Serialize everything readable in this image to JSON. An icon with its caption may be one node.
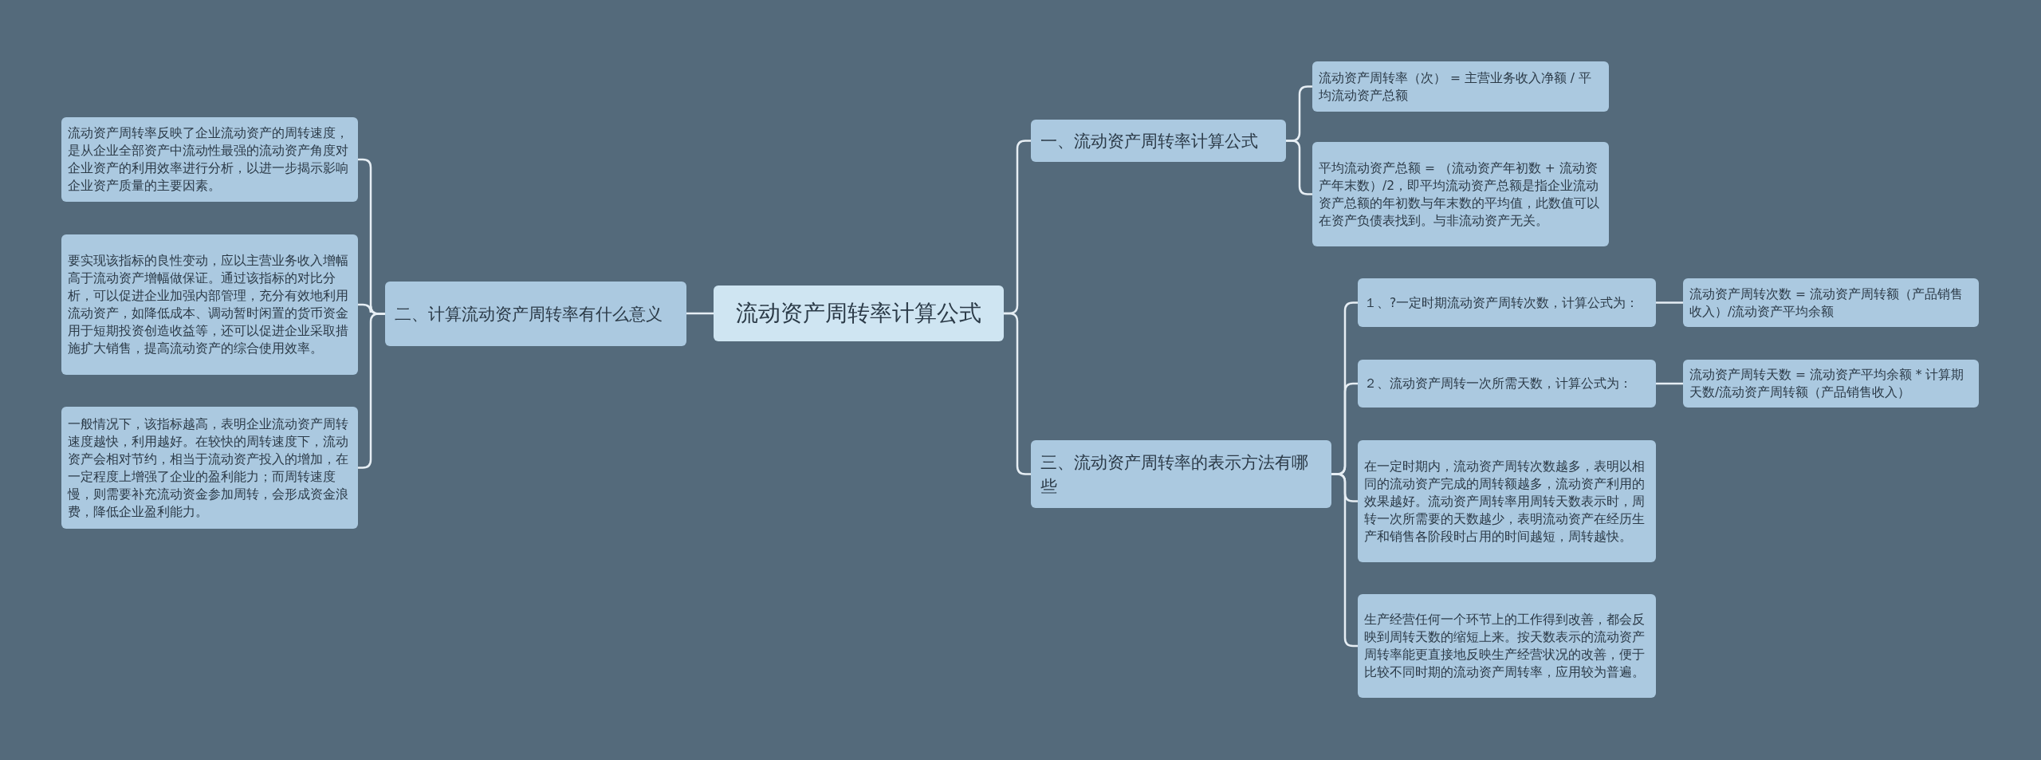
{
  "diagram": {
    "nodes": [
      {
        "text": [
          "流动资产周转率计算公式"
        ]
      },
      {
        "text": [
          "一、流动资产周转率计算公式"
        ]
      },
      {
        "text": [
          "流动资产周转率（次） = 主营业务收入净额 / 平均流动资产总额"
        ]
      },
      {
        "text": [
          "平均流动资产总额 = （流动资产年初数 + 流动资产年末数）/2，即平均流动资产总额是指企业流动资产总额的年初数与年末数的平均值，此数值可以在资产负债表找到。与非流动资产无关。"
        ]
      },
      {
        "text": [
          "二、计算流动资产周转率有什么意义"
        ]
      },
      {
        "text": [
          "流动资产周转率反映了企业流动资产的周转速度，是从企业全部资产中流动性最强的流动资产角度对企业资产的利用效率进行分析，以进一步揭示影响企业资产质量的主要因素。"
        ]
      },
      {
        "text": [
          "要实现该指标的良性变动，应以主营业务收入增幅高于流动资产增幅做保证。通过该指标的对比分析，可以促进企业加强内部管理，充分有效地利用流动资产，如降低成本、调动暂时闲置的货币资金用于短期投资创造收益等，还可以促进企业采取措施扩大销售，提高流动资产的综合使用效率。"
        ]
      },
      {
        "text": [
          "一般情况下，该指标越高，表明企业流动资产周转速度越快，利用越好。在较快的周转速度下，流动资产会相对节约，相当于流动资产投入的增加，在一定程度上增强了企业的盈利能力；而周转速度慢，则需要补充流动资金参加周转，会形成资金浪费，降低企业盈利能力。"
        ]
      },
      {
        "text": [
          "三、流动资产周转率的表示方法有哪些"
        ]
      },
      {
        "text": [
          "１、?一定时期流动资产周转次数，计算公式为："
        ]
      },
      {
        "text": [
          "流动资产周转次数 = 流动资产周转额（产品销售收入）/流动资产平均余额"
        ]
      },
      {
        "text": [
          "２、流动资产周转一次所需天数，计算公式为："
        ]
      },
      {
        "text": [
          "流动资产周转天数 = 流动资产平均余额 * 计算期天数/流动资产周转额（产品销售收入）"
        ]
      },
      {
        "text": [
          "在一定时期内，流动资产周转次数越多，表明以相同的流动资产完成的周转额越多，流动资产利用的效果越好。流动资产周转率用周转天数表示时，周转一次所需要的天数越少，表明流动资产在经历生产和销售各阶段时占用的时间越短，周转越快。"
        ]
      },
      {
        "text": [
          "生产经营任何一个环节上的工作得到改善，都会反映到周转天数的缩短上来。按天数表示的流动资产周转率能更直接地反映生产经营状况的改善，便于比较不同时期的流动资产周转率，应用较为普遍。"
        ]
      }
    ],
    "edges": [
      {
        "from": 0,
        "to": 1,
        "arrow": "none"
      },
      {
        "from": 1,
        "to": 2,
        "arrow": "none"
      },
      {
        "from": 1,
        "to": 3,
        "arrow": "none"
      },
      {
        "from": 0,
        "to": 4,
        "arrow": "none"
      },
      {
        "from": 4,
        "to": 5,
        "arrow": "none"
      },
      {
        "from": 4,
        "to": 6,
        "arrow": "none"
      },
      {
        "from": 4,
        "to": 7,
        "arrow": "none"
      },
      {
        "from": 0,
        "to": 8,
        "arrow": "none"
      },
      {
        "from": 8,
        "to": 9,
        "arrow": "none"
      },
      {
        "from": 9,
        "to": 10,
        "arrow": "none"
      },
      {
        "from": 8,
        "to": 11,
        "arrow": "none"
      },
      {
        "from": 11,
        "to": 12,
        "arrow": "none"
      },
      {
        "from": 8,
        "to": 13,
        "arrow": "none"
      },
      {
        "from": 8,
        "to": 14,
        "arrow": "none"
      }
    ]
  }
}
